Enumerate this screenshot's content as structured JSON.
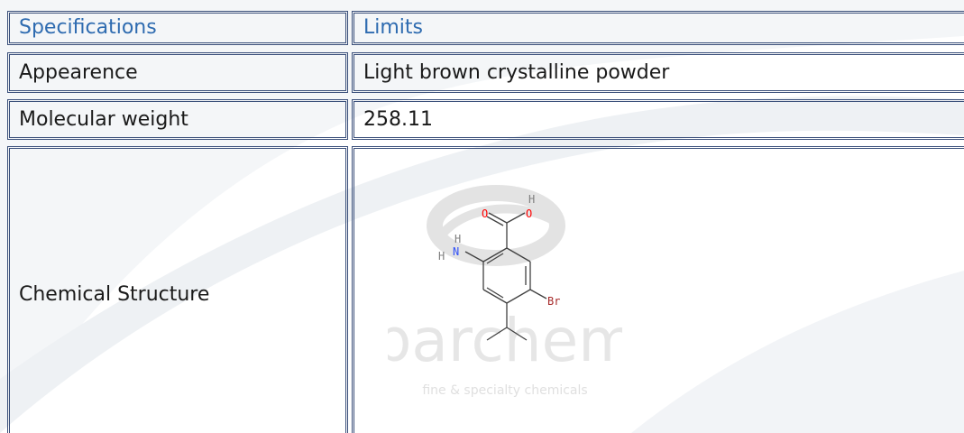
{
  "table": {
    "header": {
      "spec": "Specifications",
      "limit": "Limits"
    },
    "rows": [
      {
        "spec": "Appearence",
        "limit": "Light brown crystalline powder"
      },
      {
        "spec": "Molecular weight",
        "limit": "258.11"
      },
      {
        "spec": "Chemical Structure",
        "limit": ""
      }
    ]
  },
  "structure": {
    "atoms": {
      "oxygen": "O",
      "hydroxyl_h": "H",
      "amine_h_top": "H",
      "amine_h_left": "H",
      "amine_n": "N",
      "bromine": "Br"
    },
    "colors": {
      "oxygen": "#ff0000",
      "nitrogen": "#3050f8",
      "bromine": "#a62929",
      "bond": "#404040",
      "hydrogen": "#808080"
    }
  },
  "watermark": {
    "brand": "parchem",
    "tagline": "fine & specialty chemicals"
  },
  "colors": {
    "border": "#3a4f7a",
    "header_text": "#2e6bb0",
    "body_text": "#1a1a1a"
  }
}
